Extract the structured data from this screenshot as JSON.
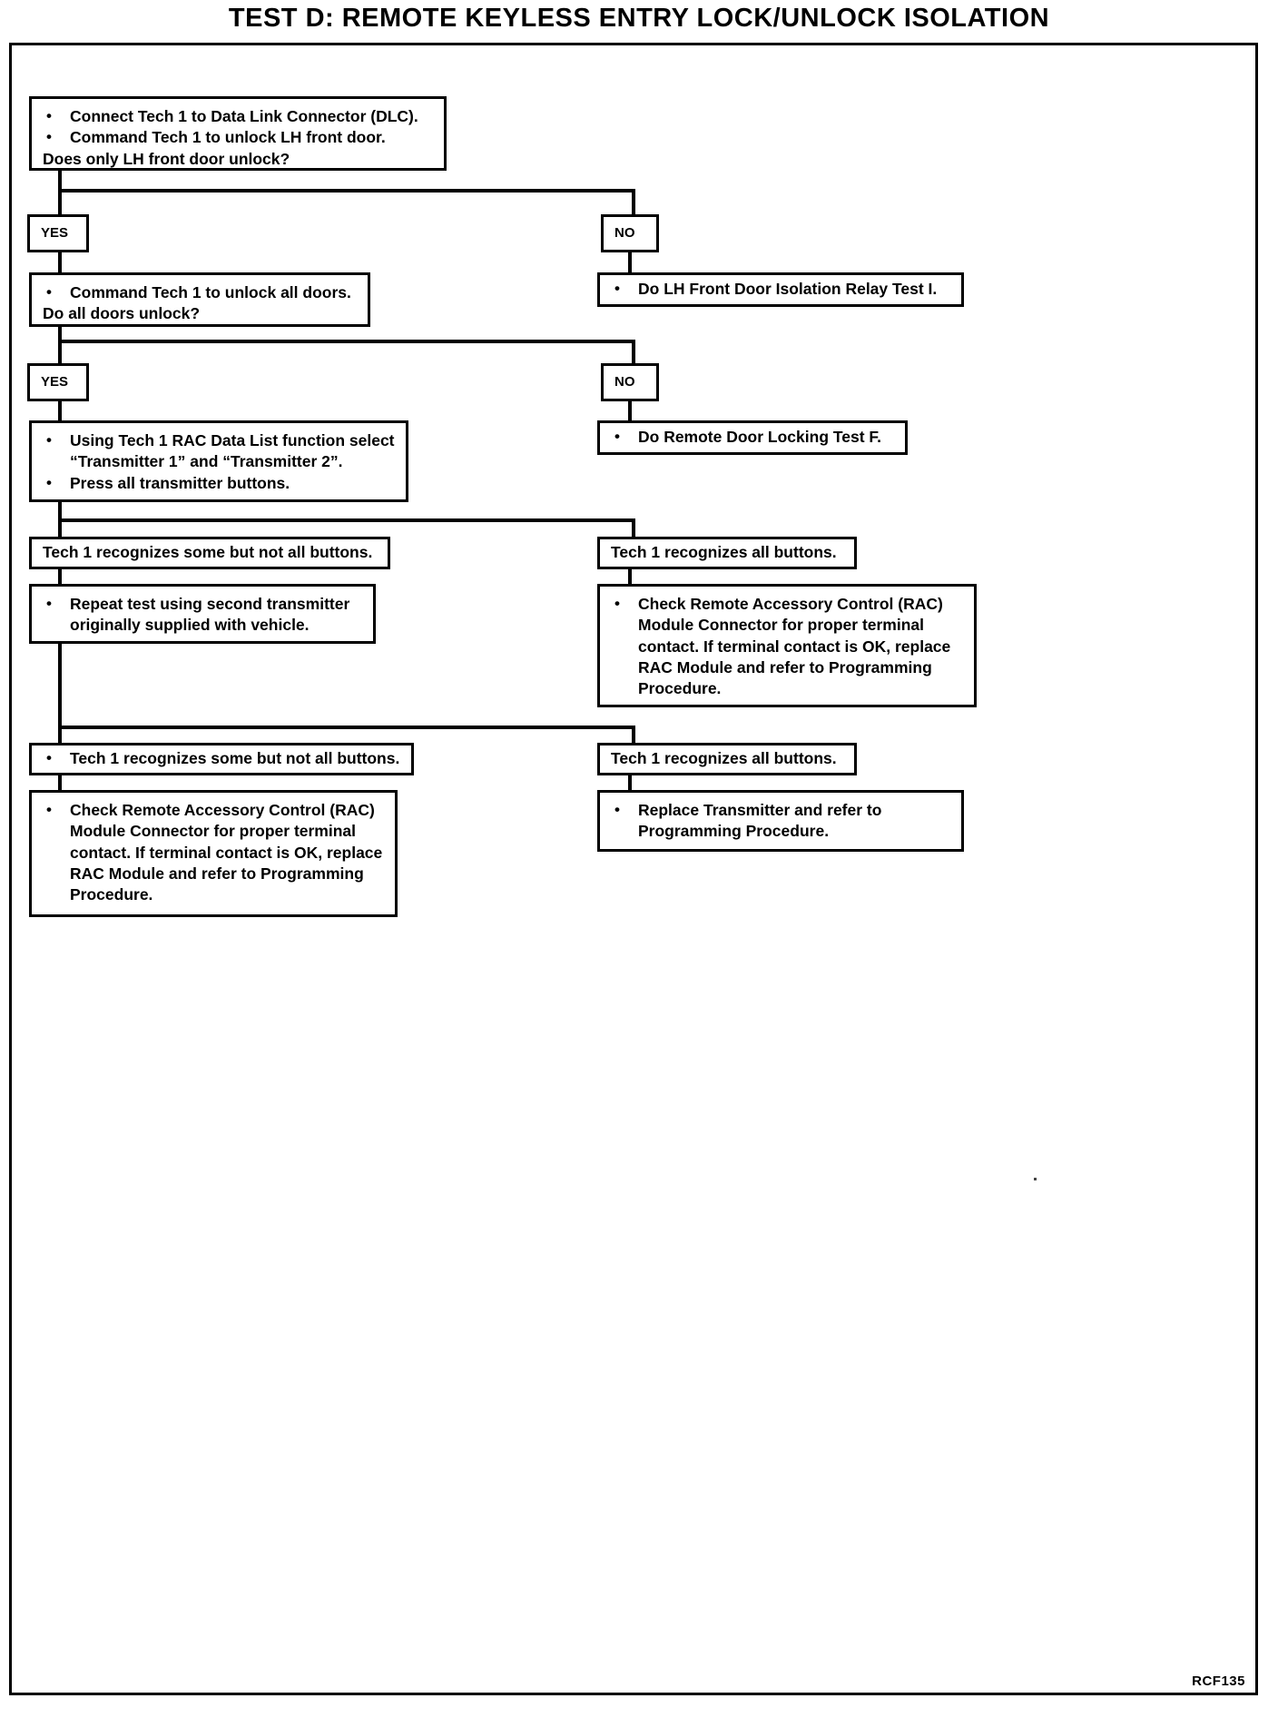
{
  "document": {
    "title": "TEST D: REMOTE KEYLESS ENTRY LOCK/UNLOCK ISOLATION",
    "footer_code": "RCF135"
  },
  "flow": {
    "step1": {
      "bullets": [
        "Connect Tech 1 to Data Link Connector (DLC).",
        "Command Tech 1 to unlock LH front door."
      ],
      "question": "Does only LH front door unlock?"
    },
    "branch1": {
      "yes_label": "YES",
      "no_label": "NO"
    },
    "step1_no_result": {
      "bullets": [
        "Do LH Front Door Isolation Relay Test I."
      ]
    },
    "step2": {
      "bullets": [
        "Command Tech 1 to unlock all doors."
      ],
      "question": "Do all doors unlock?"
    },
    "branch2": {
      "yes_label": "YES",
      "no_label": "NO"
    },
    "step2_no_result": {
      "bullets": [
        "Do Remote Door Locking Test F."
      ]
    },
    "step3": {
      "bullets": [
        "Using Tech 1 RAC Data List function select “Transmitter 1” and “Transmitter 2”.",
        "Press all transmitter buttons."
      ]
    },
    "outcome_left_1": {
      "text": "Tech 1 recognizes some but not all buttons."
    },
    "outcome_right_1": {
      "text": "Tech 1 recognizes all buttons."
    },
    "step4_left": {
      "bullets": [
        "Repeat test using second transmitter originally supplied with vehicle."
      ]
    },
    "step4_right": {
      "bullets": [
        "Check Remote Accessory Control (RAC) Module Connector for proper terminal contact. If terminal contact is OK, replace RAC Module and refer to Programming Procedure."
      ]
    },
    "outcome_left_2": {
      "bullets": [
        "Tech 1 recognizes some but not all buttons."
      ]
    },
    "outcome_right_2": {
      "text": "Tech 1 recognizes all buttons."
    },
    "final_left": {
      "bullets": [
        "Check Remote Accessory Control (RAC) Module Connector for proper terminal contact. If terminal contact is OK, replace RAC Module and refer to Programming Procedure."
      ]
    },
    "final_right": {
      "bullets": [
        "Replace Transmitter and refer to Programming Procedure."
      ]
    }
  }
}
